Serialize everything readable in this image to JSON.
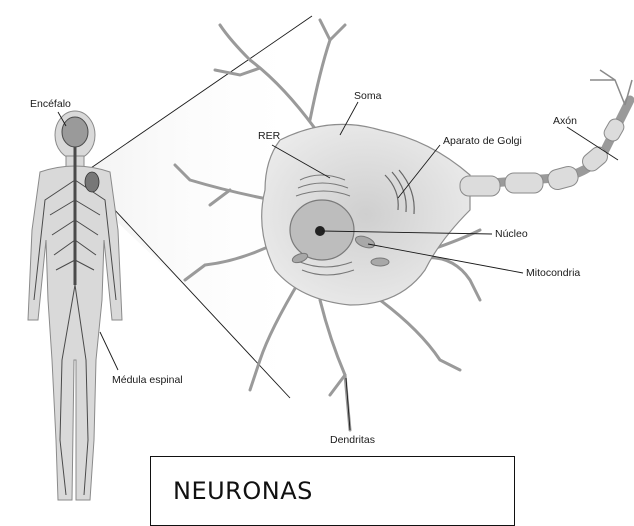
{
  "title": "NEURONAS",
  "labels": {
    "encefalo": "Encéfalo",
    "medula": "Médula espinal",
    "soma": "Soma",
    "rer": "RER",
    "golgi": "Aparato de Golgi",
    "axon": "Axón",
    "nucleo": "Núcleo",
    "mitocondria": "Mitocondria",
    "dendritas": "Dendritas"
  },
  "colors": {
    "body_fill": "#d9d9d9",
    "nerve": "#4a4a4a",
    "cell_fill": "#e3e3e3",
    "nucleus_fill": "#bdbdbd",
    "line": "#1a1a1a"
  }
}
